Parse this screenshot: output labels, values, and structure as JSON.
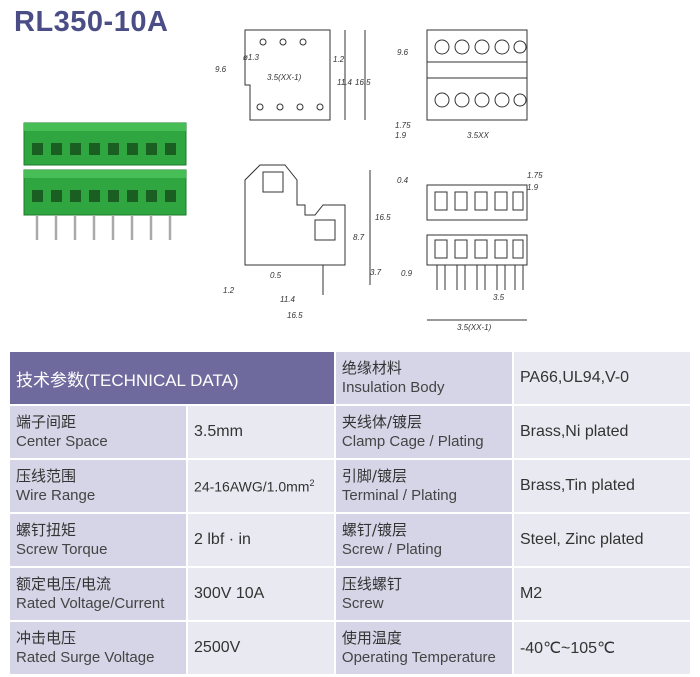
{
  "title": "RL350-10A",
  "drawing_labels": {
    "d1": "9.6",
    "d2": "ø1.3",
    "d3": "1.2",
    "d4": "3.5(XX-1)",
    "d5": "11.4",
    "d6": "16.5",
    "d7": "9.6",
    "d8": "1.75",
    "d9": "1.9",
    "d10": "3.5XX",
    "d11": "16.5",
    "d12": "8.7",
    "d13": "3.7",
    "d14": "0.5",
    "d15": "1.2",
    "d16": "11.4",
    "d17": "16.5",
    "d18": "0.4",
    "d19": "1.75",
    "d20": "1.9",
    "d21": "0.9",
    "d22": "3.5",
    "d23": "3.5(XX-1)"
  },
  "spec": {
    "header_cn": "技术参数",
    "header_en": "(TECHNICAL DATA)",
    "left": [
      {
        "cn": "端子间距",
        "en": "Center Space",
        "value": "3.5mm"
      },
      {
        "cn": "压线范围",
        "en": "Wire Range",
        "value": "24-16AWG/1.0mm",
        "sup": "2"
      },
      {
        "cn": "螺钉扭矩",
        "en": "Screw Torque",
        "value": "2 lbf · in"
      },
      {
        "cn": "额定电压/电流",
        "en": "Rated Voltage/Current",
        "value": "300V 10A"
      },
      {
        "cn": "冲击电压",
        "en": "Rated Surge Voltage",
        "value": "2500V"
      }
    ],
    "right": [
      {
        "cn": "绝缘材料",
        "en": "Insulation Body",
        "value": "PA66,UL94,V-0"
      },
      {
        "cn": "夹线体/镀层",
        "en": "Clamp Cage / Plating",
        "value": "Brass,Ni plated"
      },
      {
        "cn": "引脚/镀层",
        "en": "Terminal / Plating",
        "value": "Brass,Tin plated"
      },
      {
        "cn": "螺钉/镀层",
        "en": "Screw / Plating",
        "value": "Steel, Zinc plated"
      },
      {
        "cn": "压线螺钉",
        "en": "Screw",
        "value": "M2"
      },
      {
        "cn": "使用温度",
        "en": "Operating Temperature",
        "value": "-40℃~105℃"
      }
    ]
  },
  "colors": {
    "title": "#4b4e86",
    "header_bg": "#6e6a9e",
    "label_bg": "#d6d5e7",
    "value_bg": "#e9e9f1",
    "product_green": "#2fa63f"
  }
}
